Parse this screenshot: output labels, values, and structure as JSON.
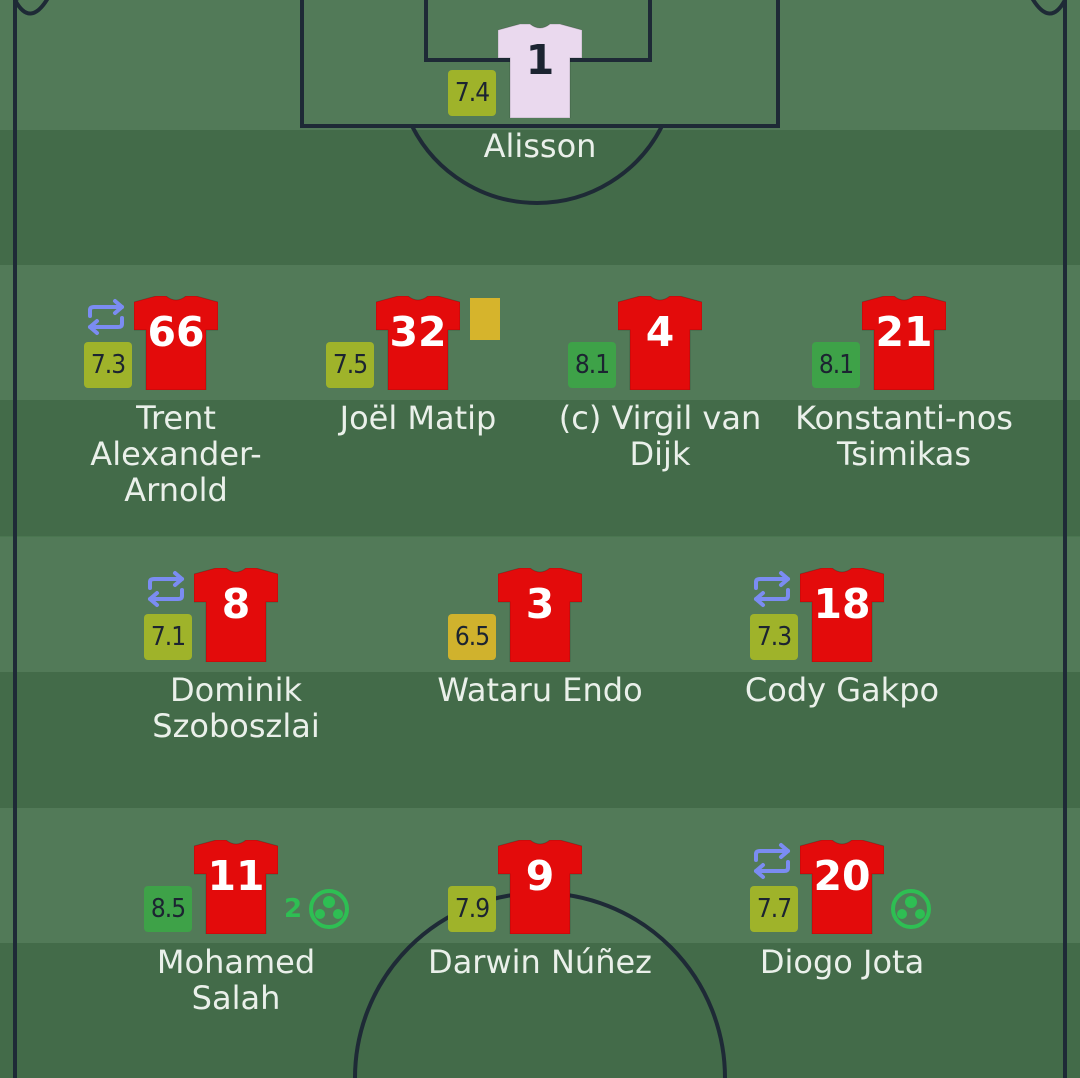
{
  "colors": {
    "stripe_light": "#527a58",
    "stripe_dark": "#436b49",
    "pitch_lines": "#1e2a36",
    "outfield_kit": "#e30b0b",
    "goalkeeper_kit": "#ead9ee",
    "sub_icon": "#7b8cf2",
    "yellow_card": "#d6b42c",
    "goal_icon": "#2ebf53"
  },
  "players": [
    {
      "name": "Alisson",
      "number": "1",
      "rating": "7.4",
      "rating_color": "#9fb32a",
      "goalkeeper": true,
      "sub": false,
      "yellow_card": false,
      "goals": ""
    },
    {
      "name": "Trent Alexander-Arnold",
      "number": "66",
      "rating": "7.3",
      "rating_color": "#9fb32a",
      "goalkeeper": false,
      "sub": true,
      "yellow_card": false,
      "goals": ""
    },
    {
      "name": "Joël Matip",
      "number": "32",
      "rating": "7.5",
      "rating_color": "#9fb32a",
      "goalkeeper": false,
      "sub": false,
      "yellow_card": true,
      "goals": ""
    },
    {
      "name": "(c) Virgil van Dijk",
      "number": "4",
      "rating": "8.1",
      "rating_color": "#3ea248",
      "goalkeeper": false,
      "sub": false,
      "yellow_card": false,
      "goals": ""
    },
    {
      "name": "Konstanti-nos Tsimikas",
      "number": "21",
      "rating": "8.1",
      "rating_color": "#3ea248",
      "goalkeeper": false,
      "sub": false,
      "yellow_card": false,
      "goals": ""
    },
    {
      "name": "Dominik Szoboszlai",
      "number": "8",
      "rating": "7.1",
      "rating_color": "#9fb32a",
      "goalkeeper": false,
      "sub": true,
      "yellow_card": false,
      "goals": ""
    },
    {
      "name": "Wataru Endo",
      "number": "3",
      "rating": "6.5",
      "rating_color": "#d0b22d",
      "goalkeeper": false,
      "sub": false,
      "yellow_card": false,
      "goals": ""
    },
    {
      "name": "Cody Gakpo",
      "number": "18",
      "rating": "7.3",
      "rating_color": "#9fb32a",
      "goalkeeper": false,
      "sub": true,
      "yellow_card": false,
      "goals": ""
    },
    {
      "name": "Mohamed Salah",
      "number": "11",
      "rating": "8.5",
      "rating_color": "#3ea248",
      "goalkeeper": false,
      "sub": false,
      "yellow_card": false,
      "goals": "2"
    },
    {
      "name": "Darwin Núñez",
      "number": "9",
      "rating": "7.9",
      "rating_color": "#9fb32a",
      "goalkeeper": false,
      "sub": false,
      "yellow_card": false,
      "goals": ""
    },
    {
      "name": "Diogo Jota",
      "number": "20",
      "rating": "7.7",
      "rating_color": "#9fb32a",
      "goalkeeper": false,
      "sub": true,
      "yellow_card": false,
      "goals": "1"
    }
  ]
}
